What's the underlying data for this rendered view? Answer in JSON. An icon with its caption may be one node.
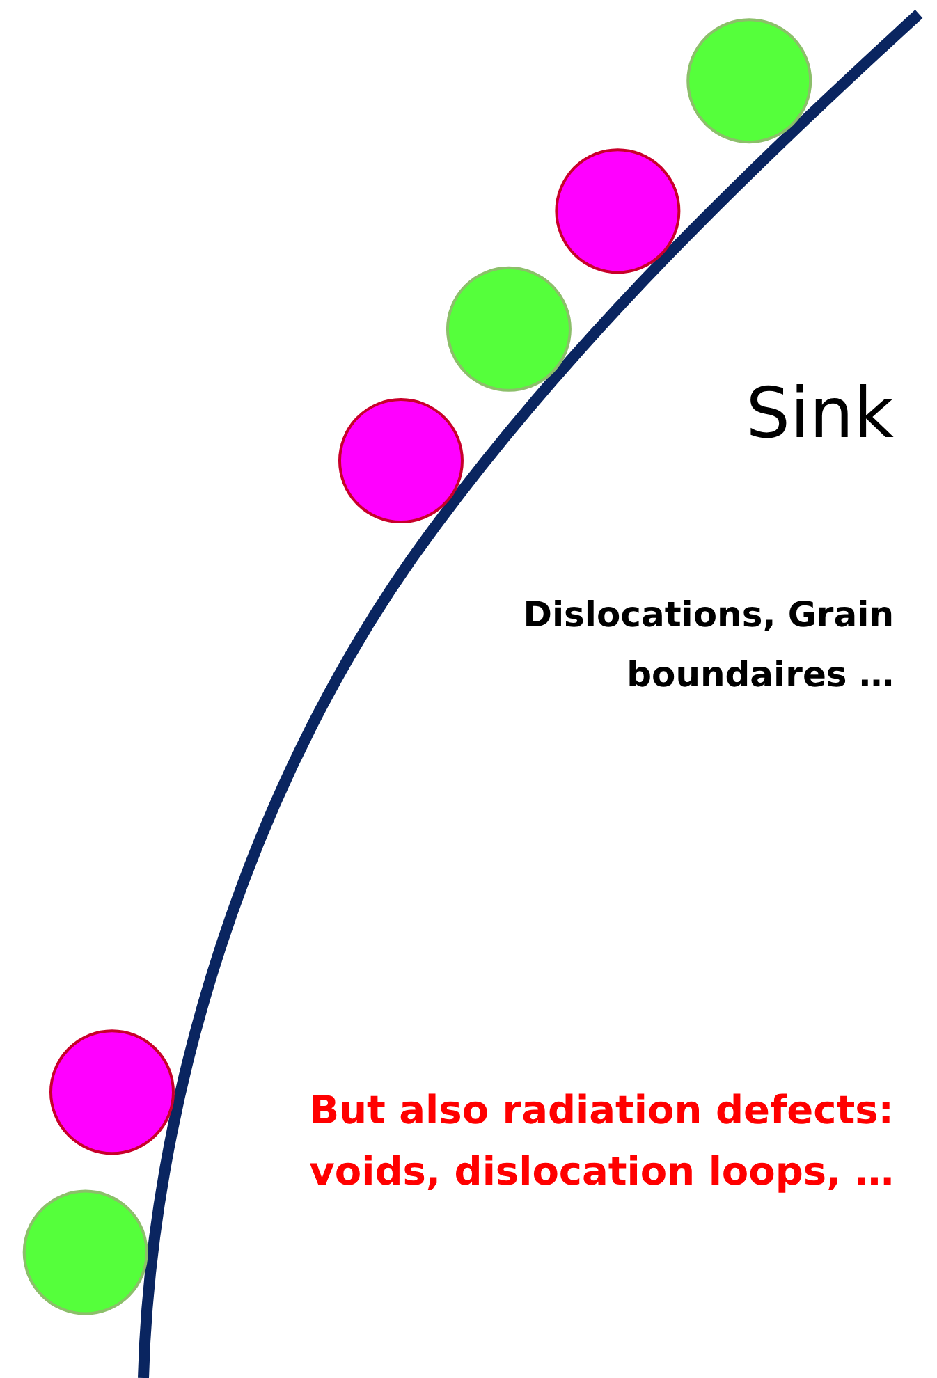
{
  "diagram": {
    "nodes": [
      {
        "text": [],
        "shape": "circle"
      },
      {
        "text": [],
        "shape": "circle"
      },
      {
        "text": [],
        "shape": "circle"
      },
      {
        "text": [],
        "shape": "circle"
      },
      {
        "text": [],
        "shape": "circle"
      },
      {
        "text": [],
        "shape": "circle"
      }
    ],
    "labels": [
      "Sink",
      "Dislocations, Grain boundaires …",
      "But also radiation defects: voids, dislocation loops, …"
    ]
  }
}
